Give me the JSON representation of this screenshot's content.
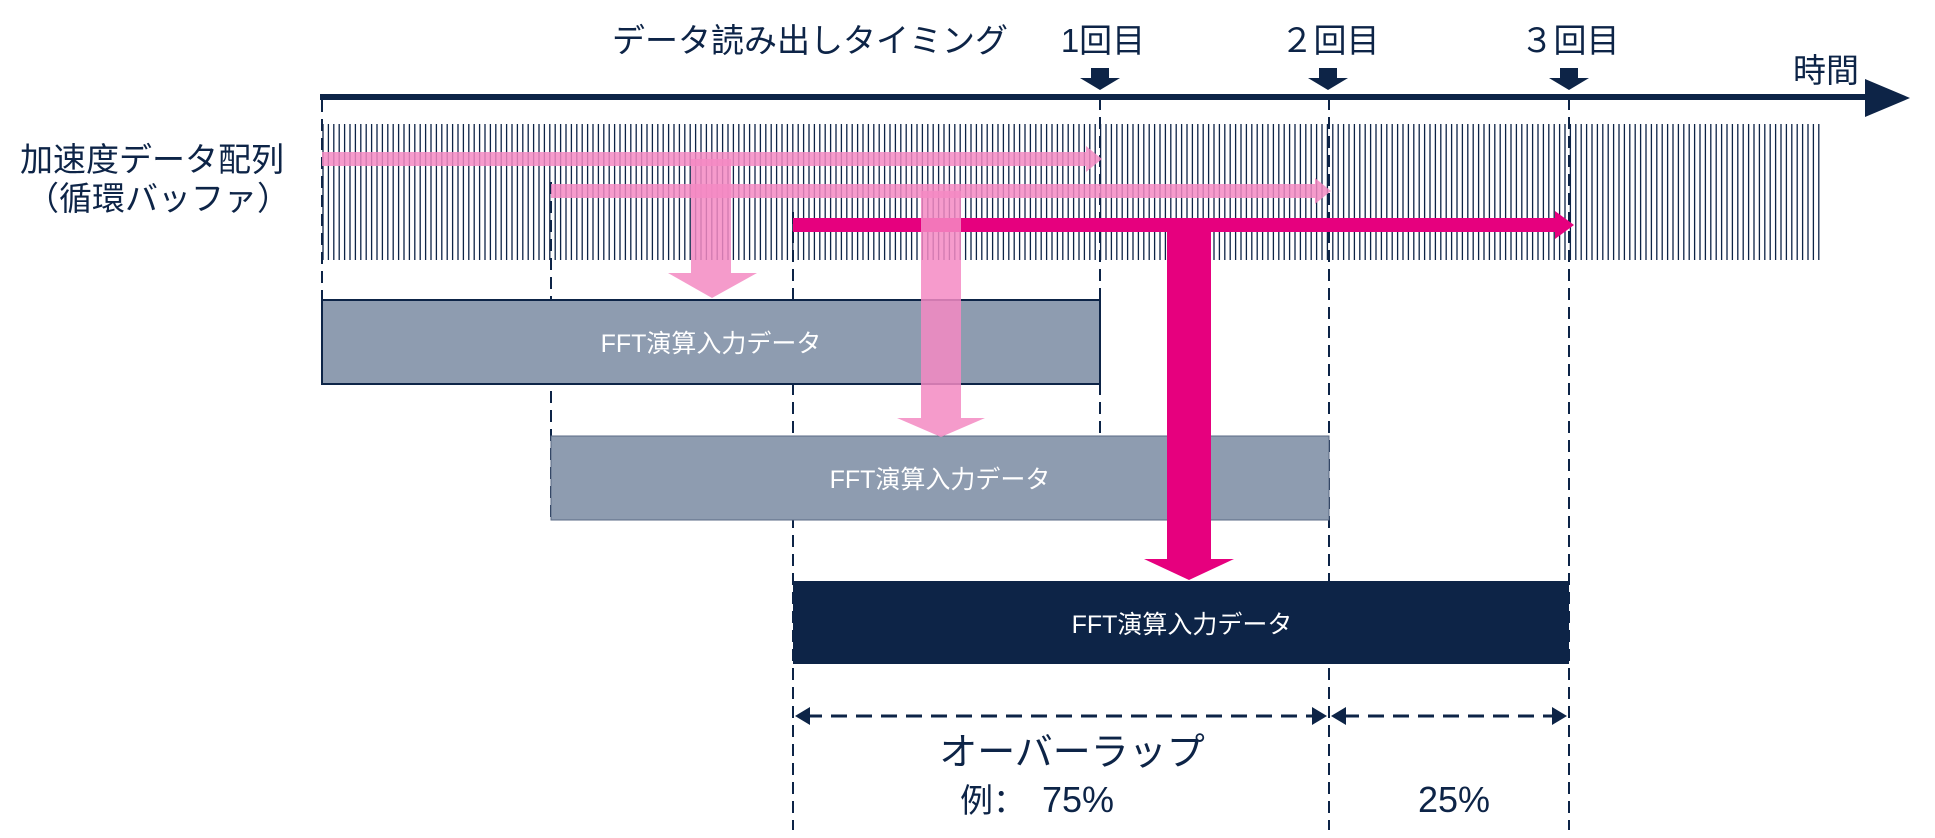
{
  "header": {
    "read_timing_label": "データ読み出しタイミング",
    "time_label": "時間",
    "reads": [
      {
        "label": "1回目"
      },
      {
        "label": "２回目"
      },
      {
        "label": "３回目"
      }
    ]
  },
  "buffer": {
    "title_line1": "加速度データ配列",
    "title_line2": "（循環バッファ）"
  },
  "fft_blocks": [
    {
      "label": "FFT演算入力データ"
    },
    {
      "label": "FFT演算入力データ"
    },
    {
      "label": "FFT演算入力データ"
    }
  ],
  "overlap": {
    "title": "オーバーラップ",
    "example_prefix": "例：",
    "overlap_percent": "75%",
    "hop_percent": "25%"
  },
  "colors": {
    "navy": "#0d2447",
    "slate_box": "#8e9cb0",
    "magenta": "#e6007e",
    "pink_light": "#f48ac3",
    "white": "#ffffff"
  }
}
